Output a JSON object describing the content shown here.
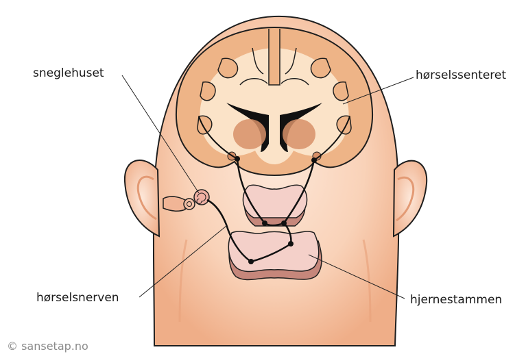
{
  "labels": {
    "cochlea": "sneglehuset",
    "auditory_cortex": "hørselssenteret",
    "auditory_nerve": "hørselsnerven",
    "brainstem": "hjernestammen"
  },
  "credit": "© sansetap.no",
  "colors": {
    "skin_light": "#fce3d2",
    "skin_mid": "#f6c3a3",
    "skin_dark": "#e2946e",
    "brain_cortex": "#eeb487",
    "brain_inner": "#fbe3c8",
    "brain_deep": "#d79068",
    "brainstem_front": "#f4d0c9",
    "brainstem_side": "#c6877b",
    "outline": "#1e1e1e",
    "nerve": "#111111"
  }
}
